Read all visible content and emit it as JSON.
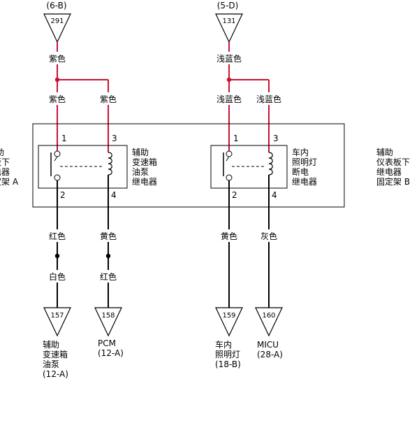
{
  "colors": {
    "wire_red": "#cc1133",
    "wire_black": "#000000"
  },
  "top_refs": {
    "left": "(6-B)",
    "right": "(5-D)"
  },
  "top_connectors": {
    "left": "291",
    "right": "131"
  },
  "wires_top": {
    "left_main": "紫色",
    "left_branch_1": "紫色",
    "left_branch_2": "紫色",
    "right_main": "浅蓝色",
    "right_branch_1": "浅蓝色",
    "right_branch_2": "浅蓝色"
  },
  "relay_left": {
    "pin1": "1",
    "pin2": "2",
    "pin3": "3",
    "pin4": "4",
    "name": [
      "辅助",
      "变速箱",
      "油泵",
      "继电器"
    ]
  },
  "relay_right": {
    "pin1": "1",
    "pin2": "2",
    "pin3": "3",
    "pin4": "4",
    "name": [
      "车内",
      "照明灯",
      "断电",
      "继电器"
    ]
  },
  "side_labels": {
    "left": [
      "助",
      "仪表板下",
      "继电器",
      "固定架 A"
    ],
    "right": [
      "辅助",
      "仪表板下",
      "继电器",
      "固定架 B"
    ]
  },
  "wires_bottom": {
    "w1_upper": "红色",
    "w1_lower": "白色",
    "w2_upper": "黄色",
    "w2_lower": "红色",
    "w3": "黄色",
    "w4": "灰色"
  },
  "bottom_connectors": {
    "c1": "157",
    "c2": "158",
    "c3": "159",
    "c4": "160"
  },
  "bottom_labels": {
    "c1": [
      "辅助",
      "变速箱",
      "油泵",
      "(12-A)"
    ],
    "c2": [
      "PCM",
      "(12-A)"
    ],
    "c3": [
      "车内",
      "照明灯",
      "(18-B)"
    ],
    "c4": [
      "MICU",
      "(28-A)"
    ]
  }
}
